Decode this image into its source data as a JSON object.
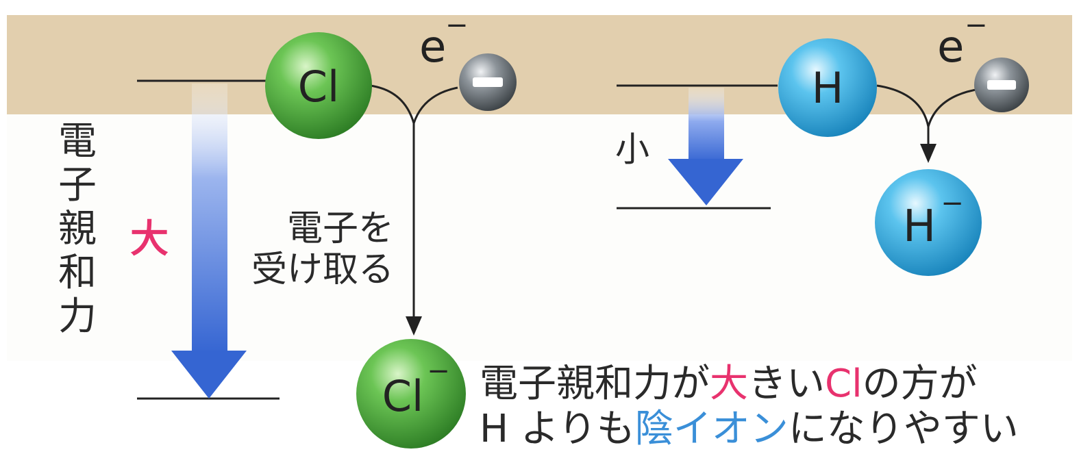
{
  "diagram": {
    "atoms": {
      "cl": "Cl",
      "cl_ion": "Cl",
      "h": "H",
      "h_ion": "H",
      "electron_left": "e",
      "electron_right": "e",
      "minus": "−",
      "superscript_minus": "−"
    },
    "vertical_label": [
      "電",
      "子",
      "親",
      "和",
      "力"
    ],
    "large_label": "大",
    "small_label": "小",
    "accept_label": [
      "電子を",
      "受け取る"
    ],
    "conclusion": {
      "line1_a": "電子親和力が",
      "line1_b": "大",
      "line1_c": "きい",
      "line1_d": "Cl",
      "line1_e": "の方が",
      "line2_a": "H よりも",
      "line2_b": "陰イオン",
      "line2_c": "になりやすい"
    },
    "colors": {
      "band": "#e2cfae",
      "cl_green": "#46a83a",
      "h_blue": "#38aee0",
      "electron_gray": "#6b7278",
      "arrow_blue": "#3f6fd6",
      "highlight_pink": "#e8326e",
      "highlight_blue": "#3a8fd8"
    }
  }
}
